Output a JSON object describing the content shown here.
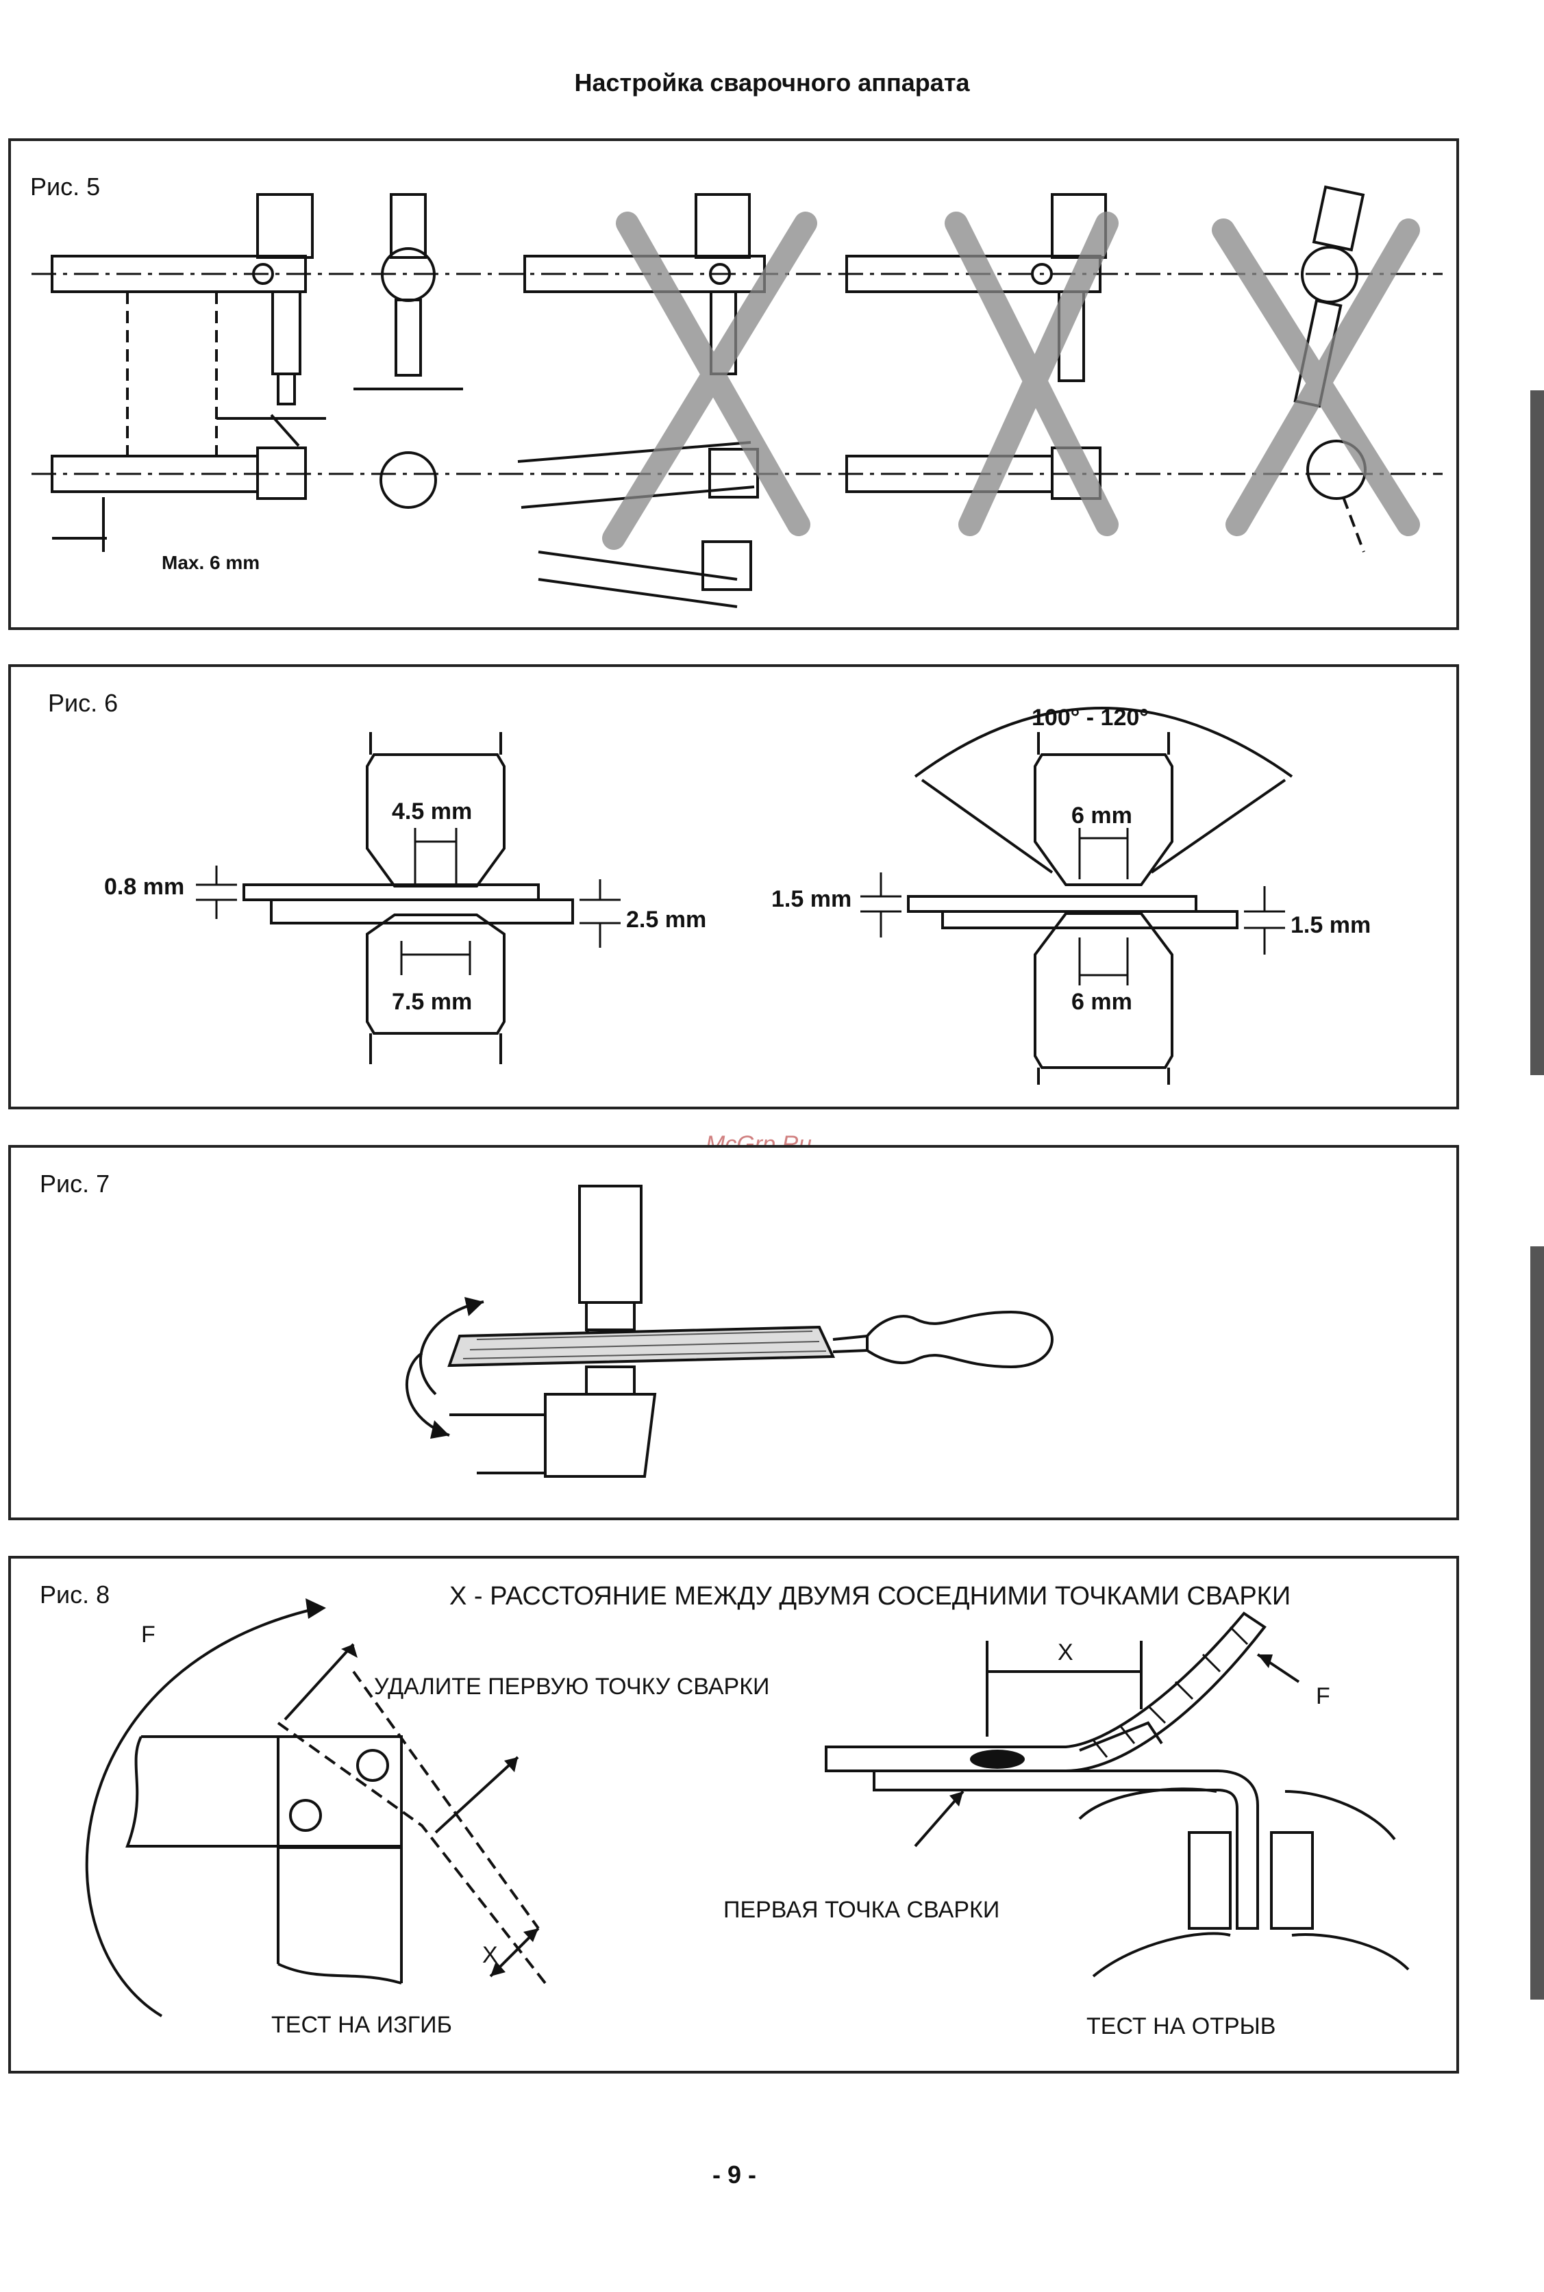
{
  "page": {
    "title": "Настройка сварочного аппарата",
    "page_number": "- 9 -",
    "watermark": "McGrp.Ru"
  },
  "fig5": {
    "label": "Рис. 5",
    "max_label": "Max. 6 mm"
  },
  "fig6": {
    "label": "Рис. 6",
    "left": {
      "top_tip": "4.5 mm",
      "bottom_tip": "7.5 mm",
      "sheet_top": "0.8 mm",
      "sheet_bottom": "2.5 mm"
    },
    "right": {
      "angle": "100° - 120°",
      "top_tip": "6 mm",
      "bottom_tip": "6 mm",
      "sheet_top": "1.5 mm",
      "sheet_bottom": "1.5 mm"
    }
  },
  "fig7": {
    "label": "Рис. 7"
  },
  "fig8": {
    "label": "Рис. 8",
    "caption": "X - РАССТОЯНИЕ МЕЖДУ ДВУМЯ СОСЕДНИМИ ТОЧКАМИ СВАРКИ",
    "remove_first": "УДАЛИТЕ ПЕРВУЮ ТОЧКУ СВАРКИ",
    "first_point": "ПЕРВАЯ ТОЧКА СВАРКИ",
    "bend_test": "ТЕСТ НА ИЗГИБ",
    "peel_test": "ТЕСТ НА ОТРЫВ",
    "force_left": "F",
    "force_right": "F",
    "x_left": "X",
    "x_right": "X"
  }
}
